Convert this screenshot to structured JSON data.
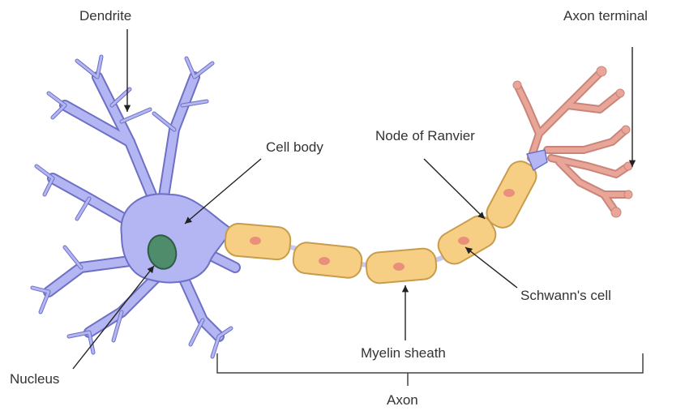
{
  "labels": {
    "dendrite": "Dendrite",
    "axon_terminal": "Axon terminal",
    "cell_body": "Cell body",
    "node_of_ranvier": "Node of Ranvier",
    "schwanns_cell": "Schwann's cell",
    "myelin_sheath": "Myelin sheath",
    "nucleus": "Nucleus",
    "axon": "Axon"
  },
  "colors": {
    "cell_body": "#b3b6f2",
    "cell_outline": "#6d70c4",
    "nucleus": "#4f8c6c",
    "myelin": "#f6cf84",
    "myelin_outline": "#c99c4c",
    "schwann_nucleus": "#ea8f7c",
    "axon_terminal": "#e9a598",
    "leader_line": "#222222"
  }
}
